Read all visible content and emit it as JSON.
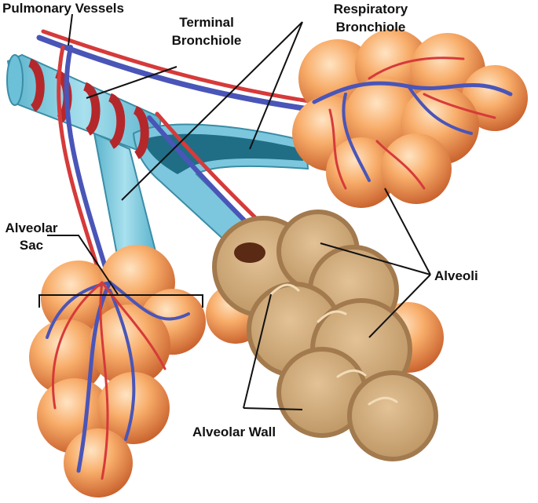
{
  "labels": {
    "pulmonary_vessels": "Pulmonary Vessels",
    "terminal_bronchiole_line1": "Terminal",
    "terminal_bronchiole_line2": "Bronchiole",
    "respiratory_bronchiole_line1": "Respiratory",
    "respiratory_bronchiole_line2": "Bronchiole",
    "alveolar_sac_line1": "Alveolar",
    "alveolar_sac_line2": "Sac",
    "alveoli": "Alveoli",
    "alveolar_wall": "Alveolar Wall"
  },
  "colors": {
    "artery": "#d63a3a",
    "vein": "#4a55b8",
    "bronchiole": "#8fd0e2",
    "bronchiole_dark": "#2b7a93",
    "alveolus": "#f5a462",
    "cutaway": "#d9b383",
    "cutaway_edge": "#a27a4e"
  }
}
